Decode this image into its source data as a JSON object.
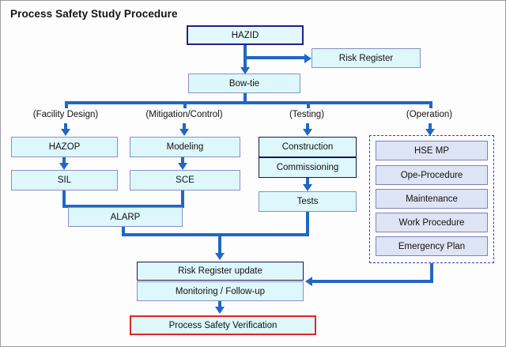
{
  "diagram": {
    "title": "Process Safety Study Procedure",
    "accent_color": "#1f68c4",
    "node_fill": "#ddf7fb",
    "operation_fill": "#dde4f4",
    "hazid_border": "#1f1f8f",
    "verification_border": "#e02626",
    "dashed_group_border": "#3a3ac0"
  },
  "nodes": {
    "hazid": "HAZID",
    "risk_register": "Risk Register",
    "bowtie": "Bow-tie",
    "hazop": "HAZOP",
    "sil": "SIL",
    "alarp": "ALARP",
    "modeling": "Modeling",
    "sce": "SCE",
    "construction": "Construction",
    "commissioning": "Commissioning",
    "tests": "Tests",
    "hse_mp": "HSE MP",
    "ope_procedure": "Ope-Procedure",
    "maintenance": "Maintenance",
    "work_procedure": "Work Procedure",
    "emergency_plan": "Emergency Plan",
    "risk_register_update": "Risk Register update",
    "monitoring": "Monitoring / Follow-up",
    "process_safety_verification": "Process Safety Verification"
  },
  "phases": {
    "facility_design": "(Facility Design)",
    "mitigation_control": "(Mitigation/Control)",
    "testing": "(Testing)",
    "operation": "(Operation)"
  }
}
